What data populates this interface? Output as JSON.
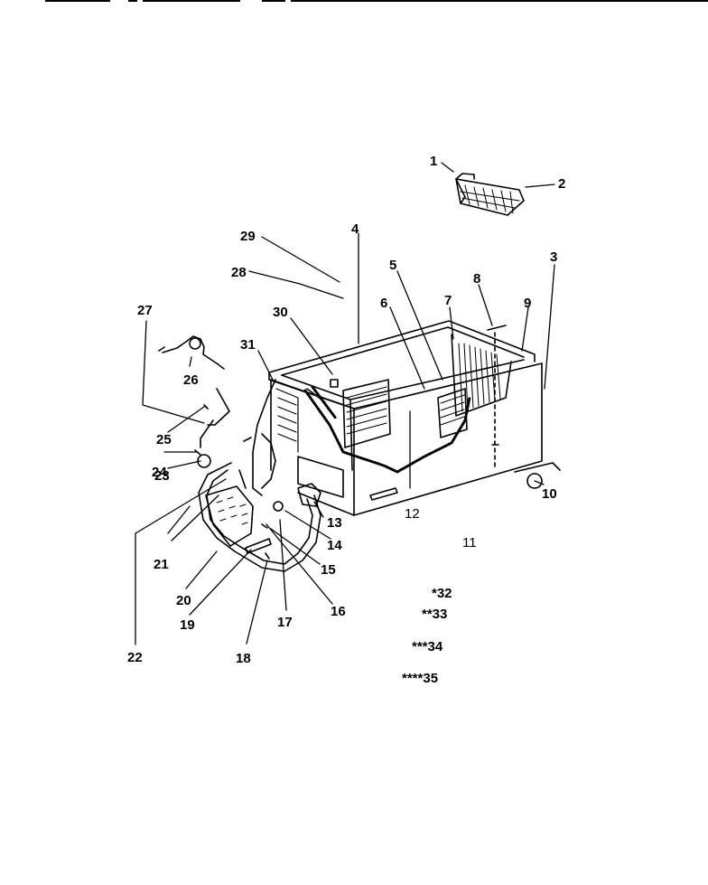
{
  "diagram": {
    "callouts": [
      {
        "id": "1",
        "text": "1"
      },
      {
        "id": "2",
        "text": "2"
      },
      {
        "id": "3",
        "text": "3"
      },
      {
        "id": "4",
        "text": "4"
      },
      {
        "id": "5",
        "text": "5"
      },
      {
        "id": "6",
        "text": "6"
      },
      {
        "id": "7",
        "text": "7"
      },
      {
        "id": "8",
        "text": "8"
      },
      {
        "id": "9",
        "text": "9"
      },
      {
        "id": "10",
        "text": "10"
      },
      {
        "id": "11",
        "text": "11"
      },
      {
        "id": "12",
        "text": "12"
      },
      {
        "id": "13",
        "text": "13"
      },
      {
        "id": "14",
        "text": "14"
      },
      {
        "id": "15",
        "text": "15"
      },
      {
        "id": "16",
        "text": "16"
      },
      {
        "id": "17",
        "text": "17"
      },
      {
        "id": "18",
        "text": "18"
      },
      {
        "id": "19",
        "text": "19"
      },
      {
        "id": "20",
        "text": "20"
      },
      {
        "id": "21",
        "text": "21"
      },
      {
        "id": "22",
        "text": "22"
      },
      {
        "id": "23",
        "text": "23"
      },
      {
        "id": "24",
        "text": "24"
      },
      {
        "id": "25",
        "text": "25"
      },
      {
        "id": "26",
        "text": "26"
      },
      {
        "id": "27",
        "text": "27"
      },
      {
        "id": "28",
        "text": "28"
      },
      {
        "id": "29",
        "text": "29"
      },
      {
        "id": "30",
        "text": "30"
      },
      {
        "id": "31",
        "text": "31"
      }
    ],
    "footnotes": [
      {
        "id": "32",
        "text": "*32"
      },
      {
        "id": "33",
        "text": "**33"
      },
      {
        "id": "34",
        "text": "***34"
      },
      {
        "id": "35",
        "text": "****35"
      }
    ]
  }
}
